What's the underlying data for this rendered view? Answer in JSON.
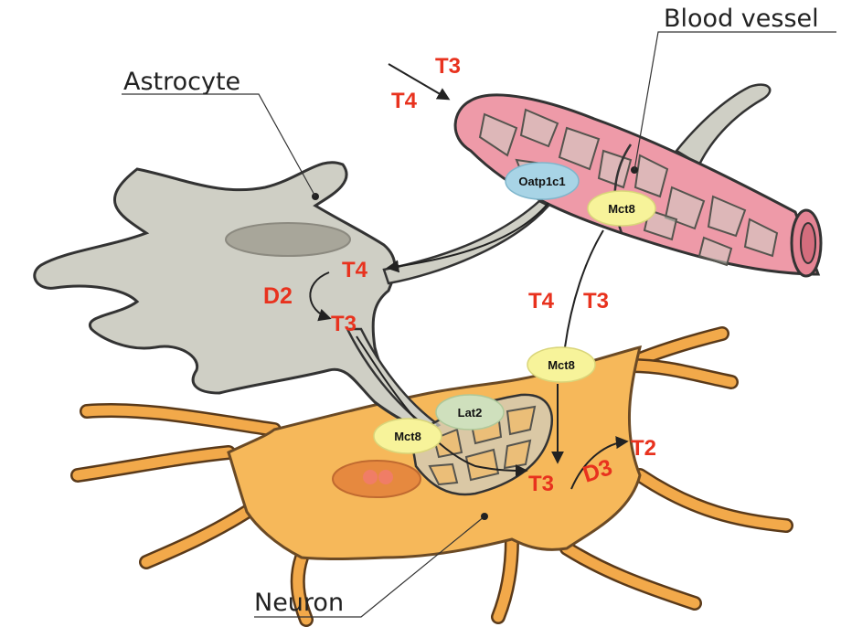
{
  "labels": {
    "blood_vessel": "Blood vessel",
    "astrocyte": "Astrocyte",
    "neuron": "Neuron"
  },
  "transporters": {
    "oatp1c1": "Oatp1c1",
    "mct8_vessel": "Mct8",
    "mct8_neuron": "Mct8",
    "mct8_astro": "Mct8",
    "lat2": "Lat2"
  },
  "hormones": {
    "blood_t3": "T3",
    "blood_t4": "T4",
    "astro_t4": "T4",
    "astro_t3": "T3",
    "mid_t4": "T4",
    "mid_t3": "T3",
    "neuron_t3": "T3",
    "neuron_t2": "T2"
  },
  "enzymes": {
    "d2": "D2",
    "d3": "D3"
  },
  "colors": {
    "astrocyte_fill": "#cfcfc5",
    "neuron_fill": "#f6b85a",
    "vessel_fill": "#ee9aa8",
    "hormone_text": "#e8321e",
    "oatp1c1_fill": "#a8d4e6",
    "mct8_fill": "#f7f39a",
    "lat2_fill": "#cfe0bd"
  }
}
